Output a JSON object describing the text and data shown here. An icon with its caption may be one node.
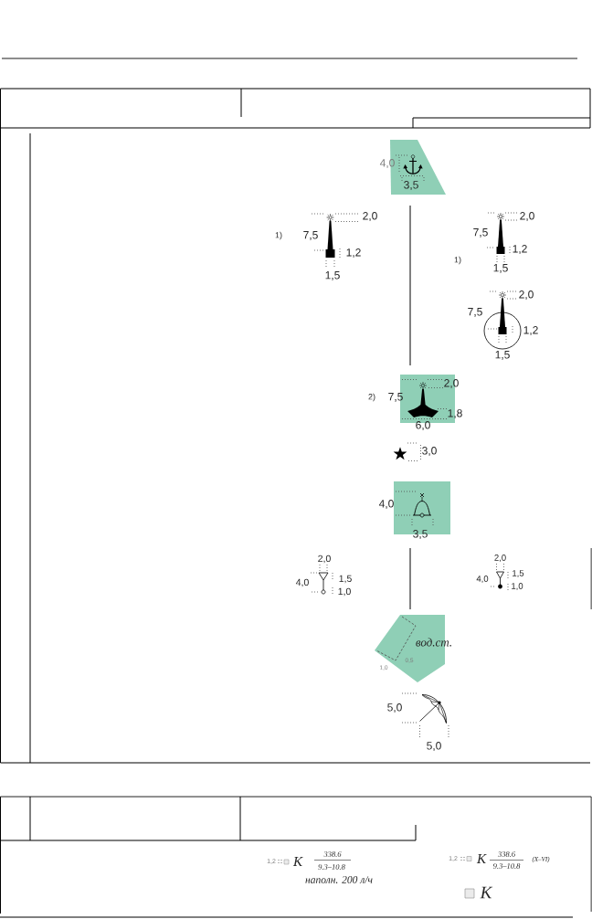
{
  "diagram": {
    "labels": [
      "4,0",
      "3,5",
      "2,0",
      "1)",
      "7,5",
      "1,2",
      "1,5",
      "2,0",
      "7,5",
      "1,2",
      "1)",
      "1,5",
      "2,0",
      "7,5",
      "1,2",
      "1,5",
      "2,0",
      "2)",
      "7,5",
      "1,8",
      "6,0",
      "3,0",
      "4,0",
      "3,5",
      "2,0",
      "4,0",
      "1,5",
      "1,0",
      "2,0",
      "4,0",
      "1,5",
      "1,0",
      "вод.ст.",
      "0,5",
      "1,0",
      "5,0",
      "5,0",
      "1,2",
      "К",
      "338.6",
      "9.3–10.8",
      "наполн. 200 л/ч",
      "1,2",
      "К",
      "338.6",
      "9.3–10.8",
      "(X–VI)",
      "К"
    ]
  }
}
